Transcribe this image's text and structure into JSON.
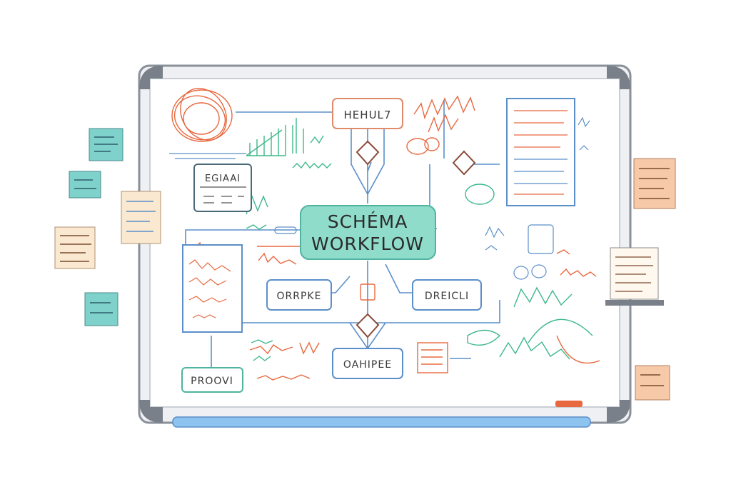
{
  "diagram": {
    "center_node": {
      "line1": "SCHÉMA",
      "line2": "WORKFLOW"
    },
    "nodes": {
      "top": "HEHUL7",
      "left_table": "EGIAAI",
      "mid_left": "ORRPKE",
      "mid_right": "DREICLI",
      "bottom": "OAHIPEE",
      "bottom_left": "PROOVI"
    },
    "colors": {
      "center_fill": "#8fdccb",
      "node_border": "#5a9fc4",
      "orange": "#e8683f",
      "green": "#3db88a",
      "blue": "#5b8fc9",
      "frame": "#7a8089",
      "tray": "#8cc4ef"
    }
  }
}
